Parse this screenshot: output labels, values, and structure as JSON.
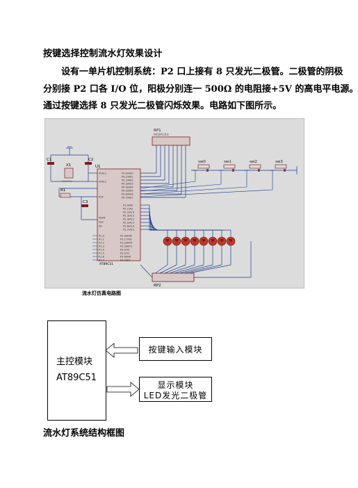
{
  "doc": {
    "title": "按键选择控制流水灯效果设计",
    "para_lines": [
      "设有一单片机控制系统：P2 口上接有 8 只发光二极管。二极管的阴极",
      "分别接 P2 口各 I/O 位，阳极分别连一 500Ω 的电阻接+5V 的高电平电源。",
      "通过按键选择 8 只发光二极管闪烁效果。电路如下图所示。"
    ],
    "circuit_caption": "流水灯仿真电路图",
    "block_caption": "流水灯系统结构框图"
  },
  "circuit": {
    "rp1_label": "RP1",
    "rp1_value": "RESPACK-8",
    "rp2_label": "RP2",
    "u1_label": "U1",
    "u1_part": "AT89C51",
    "c1": "C1",
    "c2": "C2",
    "c3": "C3",
    "r1": "R1",
    "x1": "X1",
    "crystal": "CRYSTAL",
    "switches": [
      "sw0",
      "sw1",
      "sw2",
      "sw3"
    ],
    "left_pins": [
      "XTAL1",
      "XTAL2",
      "RST",
      "PSEN",
      "ALE",
      "EA"
    ],
    "p0_pins": [
      "P0.0/AD0",
      "P0.1/AD1",
      "P0.2/AD2",
      "P0.3/AD3",
      "P0.4/AD4",
      "P0.5/AD5",
      "P0.6/AD6",
      "P0.7/AD7"
    ],
    "p2_pins": [
      "P2.0/A8",
      "P2.1/A9",
      "P2.2/A10",
      "P2.3/A11",
      "P2.4/A12",
      "P2.5/A13",
      "P2.6/A14",
      "P2.7/A15"
    ],
    "p3_pins": [
      "P3.0/RXD",
      "P3.1/TXD",
      "P3.2/INT0",
      "P3.3/INT1",
      "P3.4/T0",
      "P3.5/T1",
      "P3.6/WR",
      "P3.7/RD"
    ],
    "p1_pins": [
      "P1.0",
      "P1.1",
      "P1.2",
      "P1.3",
      "P1.4",
      "P1.5",
      "P1.6",
      "P1.7"
    ],
    "led_count": 8,
    "led_color": "#c0392b",
    "wire_color": "#1a3a8a",
    "part_color": "#c0392b"
  },
  "blocks": {
    "main_label": "主控模块",
    "main_chip": "AT89C51",
    "key_label": "按键输入模块",
    "display_line1": "显示模块",
    "display_line2": "LED发光二极管"
  }
}
